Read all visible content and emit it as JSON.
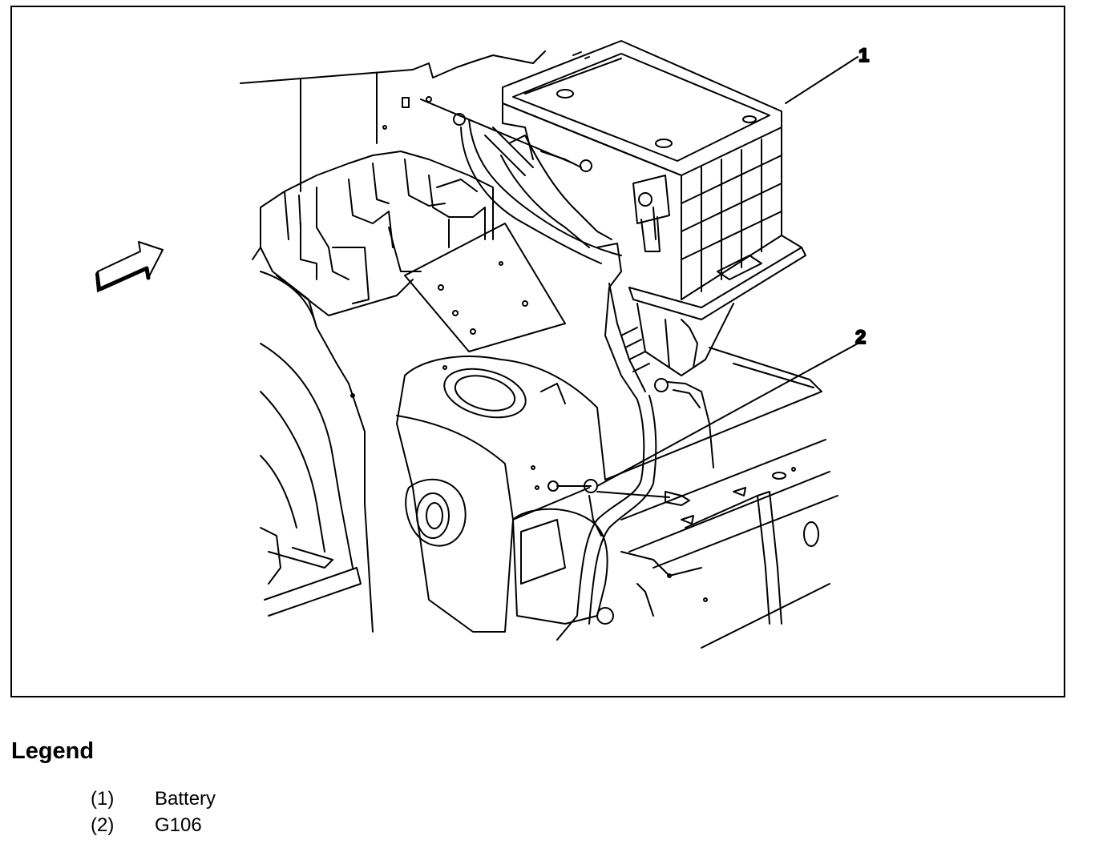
{
  "callouts": [
    {
      "id": "1",
      "label": "1"
    },
    {
      "id": "2",
      "label": "2"
    }
  ],
  "legend": {
    "title": "Legend",
    "items": [
      {
        "number": "(1)",
        "label": "Battery"
      },
      {
        "number": "(2)",
        "label": "G106"
      }
    ]
  },
  "icons": [
    "direction-arrow-icon"
  ]
}
